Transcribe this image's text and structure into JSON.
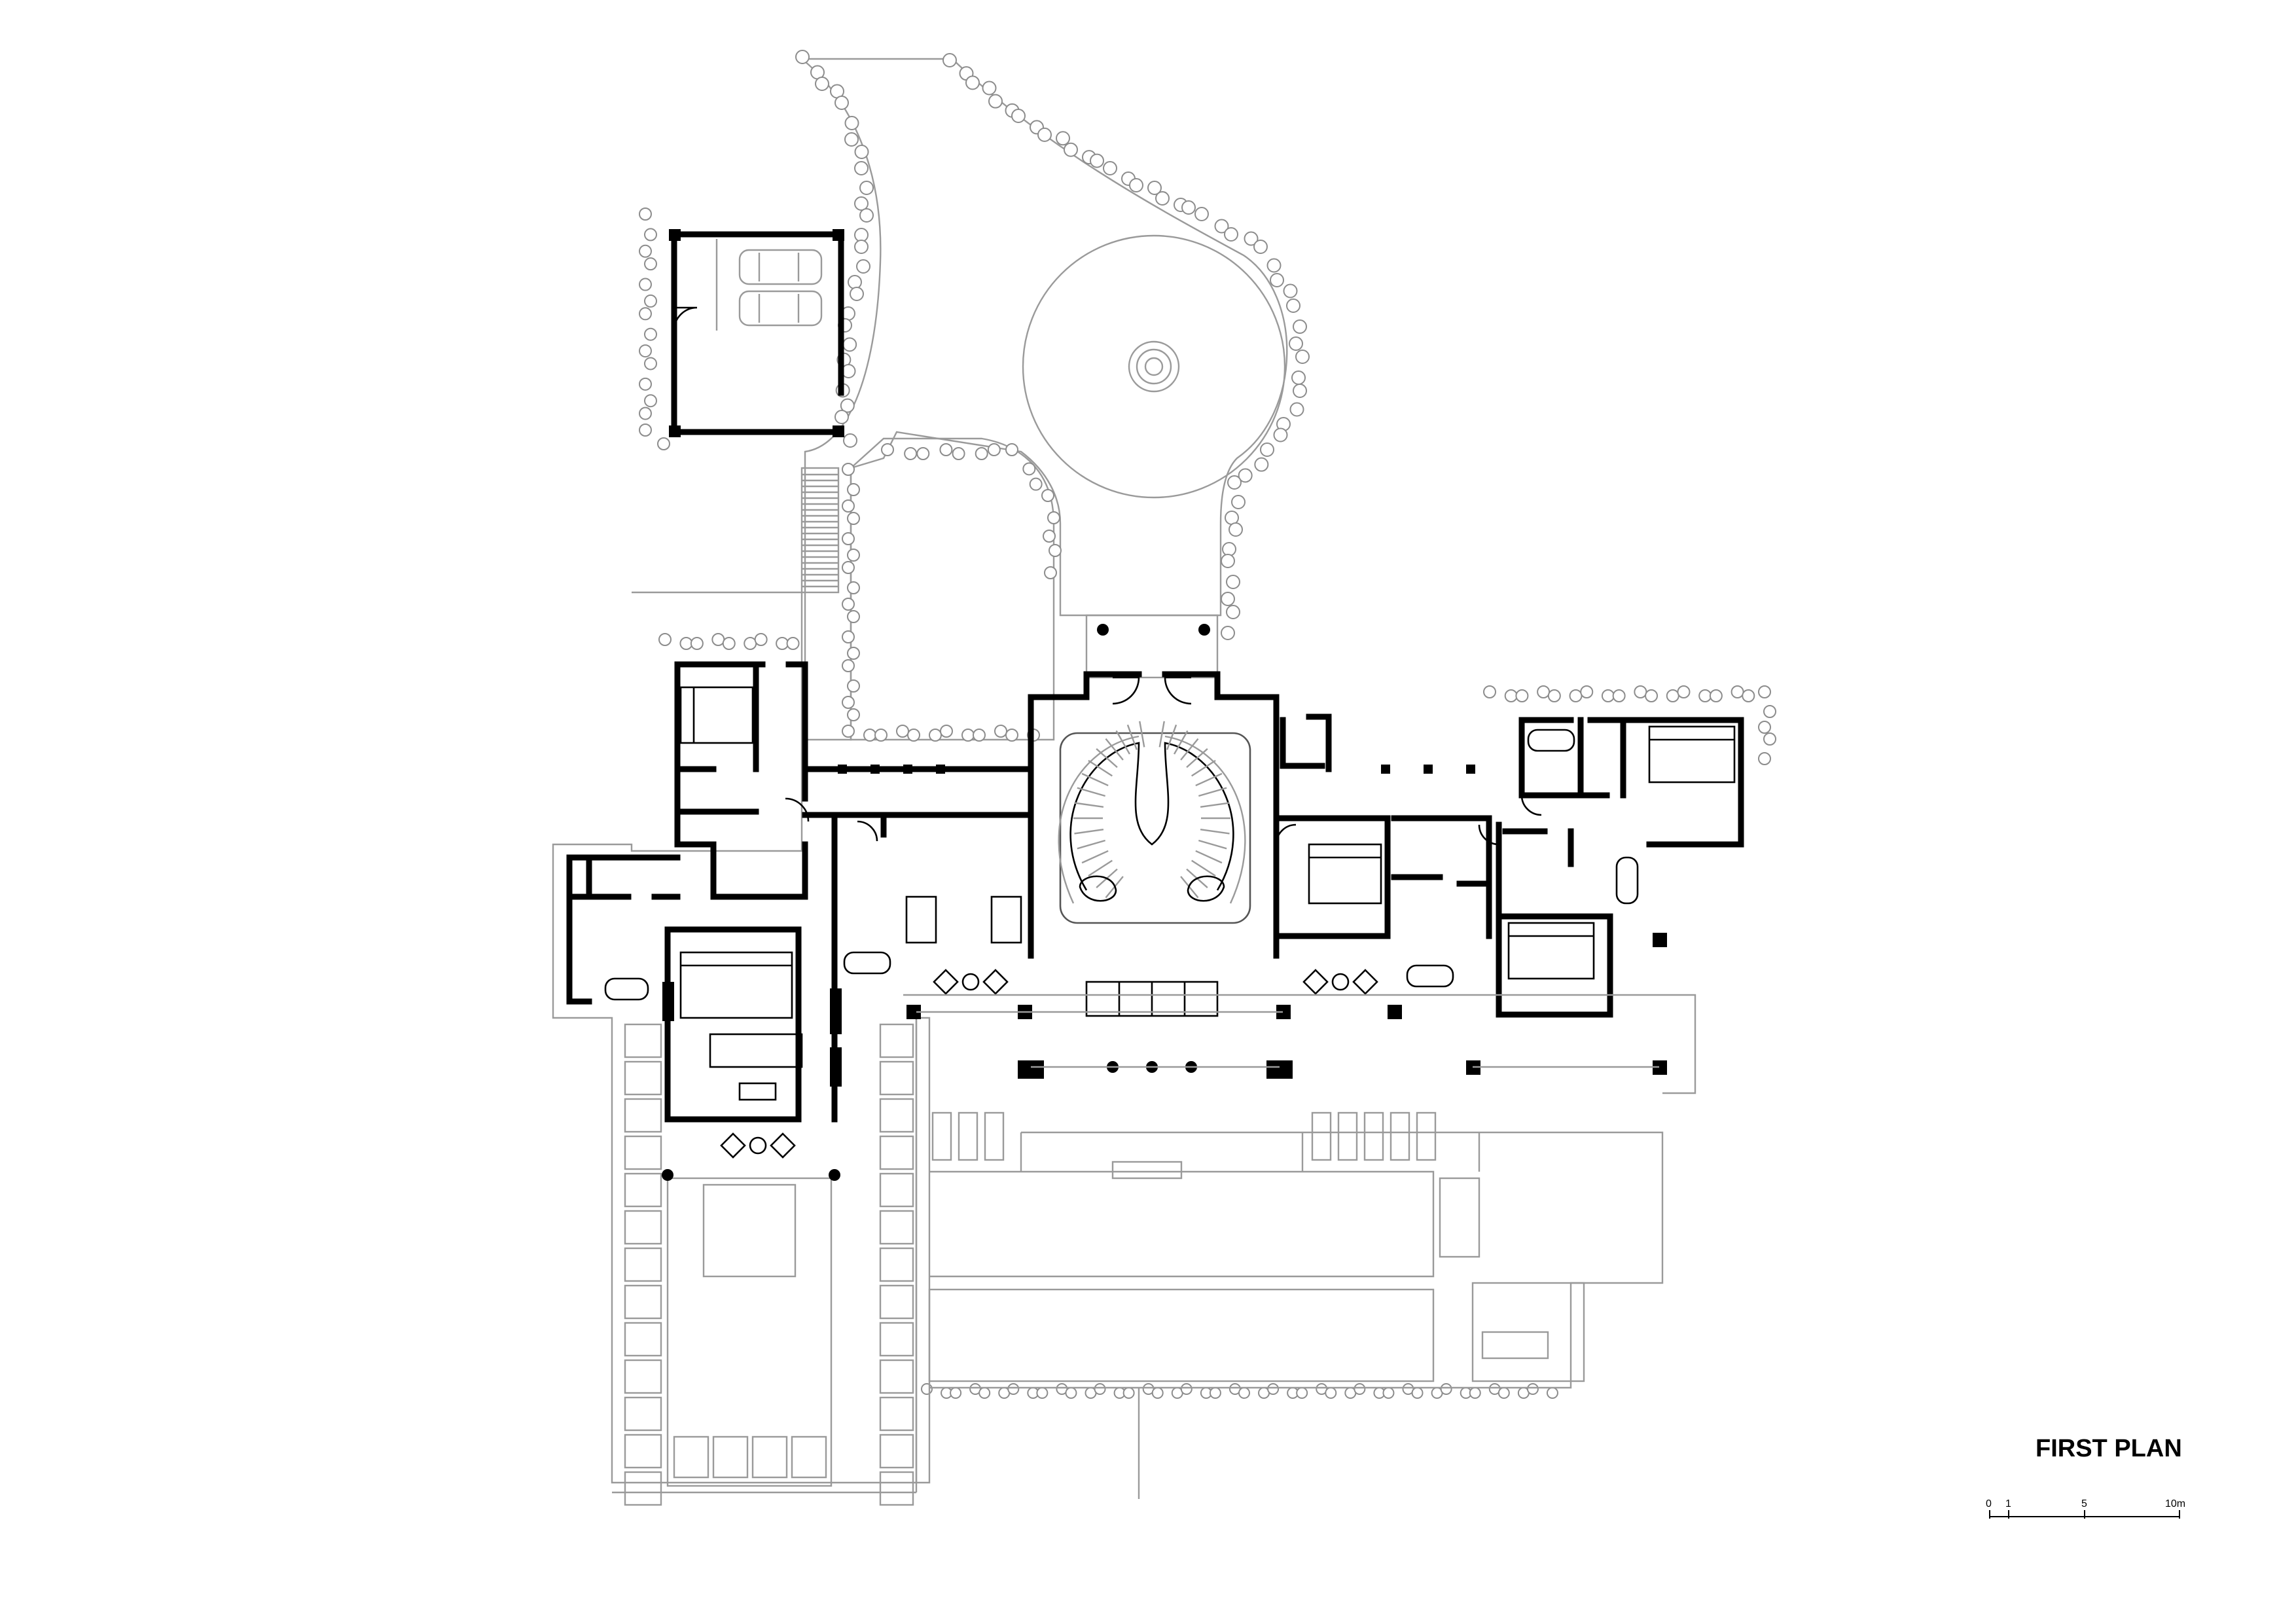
{
  "title": "FIRST PLAN",
  "scale_bar": {
    "ticks": [
      "0",
      "1",
      "5",
      "10m"
    ]
  }
}
